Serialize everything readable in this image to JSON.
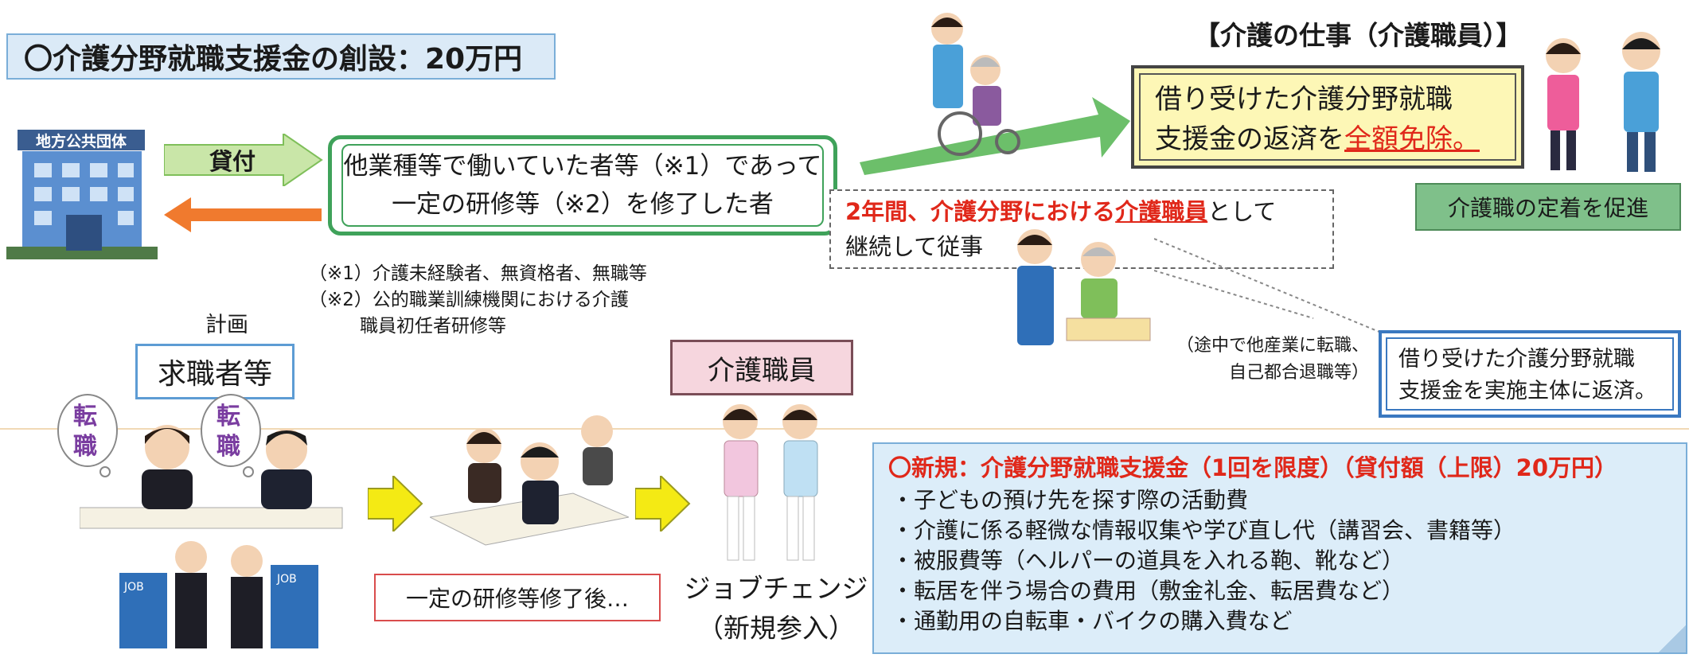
{
  "title": "〇介護分野就職支援金の創設：20万円",
  "gov": {
    "label": "地方公共団体"
  },
  "arrows": {
    "loan": "貸付"
  },
  "main_box": {
    "line1": "他業種等で働いていた者等（※1）であって",
    "line2": "一定の研修等（※2）を修了した者"
  },
  "notes": {
    "n1": "（※1）介護未経験者、無資格者、無職等",
    "n2": "（※2）公的職業訓練機関における介護",
    "n2b": "職員初任者研修等"
  },
  "plan": "計画",
  "seeker": "求職者等",
  "bubbles": {
    "b1": "転職",
    "b2": "転職"
  },
  "caregiver_banner": "介護職員",
  "after_training": "一定の研修等修了後…",
  "job_change": {
    "line1": "ジョブチェンジ",
    "line2": "（新規参入）"
  },
  "work_title": "【介護の仕事（介護職員）】",
  "waiver": {
    "line1": "借り受けた介護分野就職",
    "line2a": "支援金の返済を",
    "line2b": "全額免除。"
  },
  "promote": "介護職の定着を促進",
  "continue_box": {
    "part1": "2年間、介護分野における",
    "part2": "介護職員",
    "part3": "として",
    "line2": "継続して従事"
  },
  "midway": {
    "line1": "（途中で他産業に転職、",
    "line2": "自己都合退職等）"
  },
  "repay": {
    "line1": "借り受けた介護分野就職",
    "line2": "支援金を実施主体に返済。"
  },
  "new_program": {
    "head": "〇新規：介護分野就職支援金（1回を限度）（貸付額（上限）20万円）",
    "items": [
      "・子どもの預け先を探す際の活動費",
      "・介護に係る軽微な情報収集や学び直し代（講習会、書籍等）",
      "・被服費等（ヘルパーの道具を入れる鞄、靴など）",
      "・転居を伴う場合の費用（敷金礼金、転居費など）",
      "・通勤用の自転車・バイクの購入費など"
    ]
  },
  "icons": {
    "building": "office-building-icon",
    "people": "person-illustration-icon"
  },
  "colors": {
    "green": "#3fa25a",
    "orange": "#f07a2e",
    "yellow": "#f4ea14",
    "red": "#e0281a",
    "blue": "#3a78c0"
  }
}
